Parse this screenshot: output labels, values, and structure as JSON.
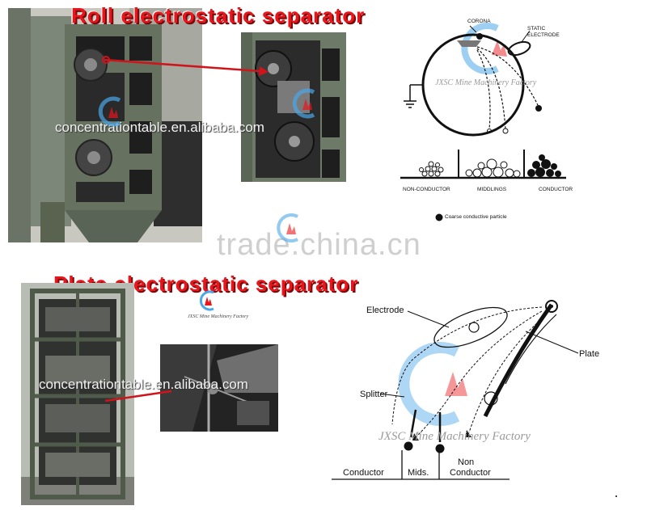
{
  "titles": {
    "roll": "Roll electrostatic separator",
    "plate": "Plate  electrostatic separator"
  },
  "watermarks": {
    "site": "concentrationtable.en.alibaba.com",
    "trade": "trade.china.cn",
    "factory": "JXSC Mine Machinery Factory"
  },
  "roll_diagram": {
    "corona": "CORONA",
    "static_electrode_1": "STATIC",
    "static_electrode_2": "ELECTRODE",
    "non_conductor": "NON-CONDUCTOR",
    "middlings": "MIDDLINGS",
    "conductor": "CONDUCTOR",
    "legend": "Coarse conductive particle"
  },
  "plate_diagram": {
    "electrode": "Electrode",
    "plate": "Plate",
    "splitter": "Splitter",
    "conductor": "Conductor",
    "mids": "Mids.",
    "non_conductor_1": "Non",
    "non_conductor_2": "Conductor"
  },
  "colors": {
    "title_red": "#e8161c",
    "machine_green": "#5f6b5c",
    "watermark_blue": "#4aa7e8"
  }
}
